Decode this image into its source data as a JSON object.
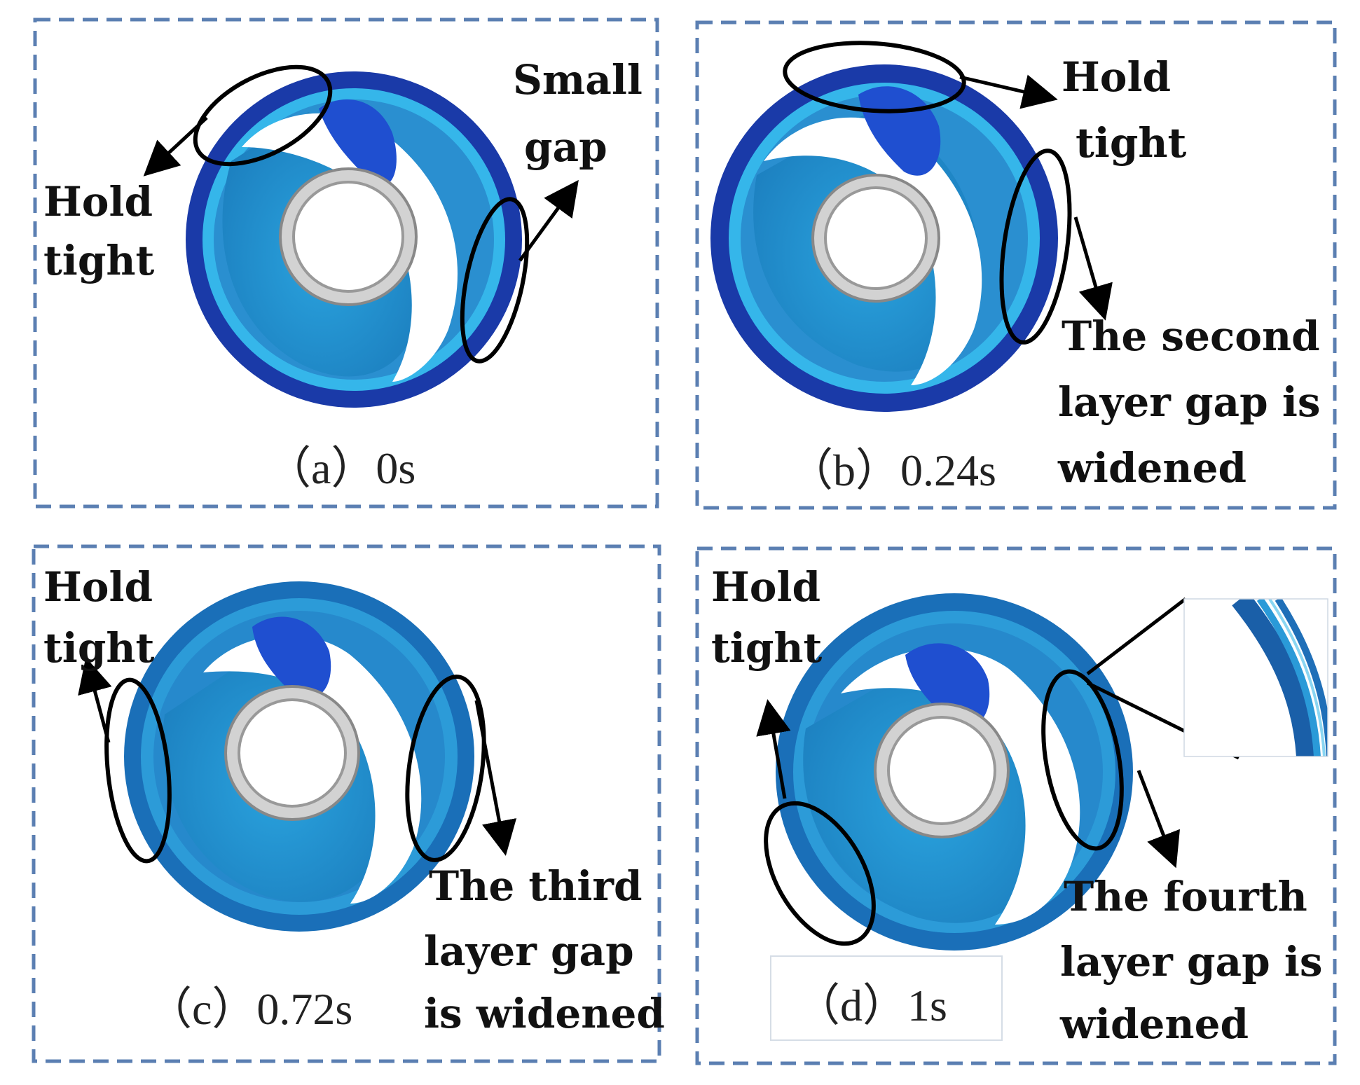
{
  "colors": {
    "frame": "#5b7fb2",
    "ring_dark": "#1a3aa8",
    "ring_mid": "#1f78c8",
    "ring_light": "#35b6ea",
    "sheet": "#2aa0dc",
    "flap": "#1f4fd0",
    "pipe": "#c8c8c8",
    "ellipse": "#000000",
    "text": "#111111"
  },
  "panels": [
    {
      "id": "a",
      "caption": "（a）0s",
      "annotations": [
        {
          "key": "hold",
          "lines": [
            "Hold",
            "tight"
          ]
        },
        {
          "key": "gap",
          "lines": [
            "Small",
            "gap"
          ]
        }
      ]
    },
    {
      "id": "b",
      "caption": "（b）0.24s",
      "annotations": [
        {
          "key": "hold",
          "lines": [
            "Hold",
            "tight"
          ]
        },
        {
          "key": "gap",
          "lines": [
            "The second",
            "layer gap is",
            "widened"
          ]
        }
      ]
    },
    {
      "id": "c",
      "caption": "（c）0.72s",
      "annotations": [
        {
          "key": "hold",
          "lines": [
            "Hold",
            "tight"
          ]
        },
        {
          "key": "gap",
          "lines": [
            "The third",
            "layer gap",
            "is widened"
          ]
        }
      ]
    },
    {
      "id": "d",
      "caption": "（d）1s",
      "annotations": [
        {
          "key": "hold",
          "lines": [
            "Hold",
            "tight"
          ]
        },
        {
          "key": "gap",
          "lines": [
            "The fourth",
            "layer gap is",
            "widened"
          ]
        }
      ]
    }
  ]
}
